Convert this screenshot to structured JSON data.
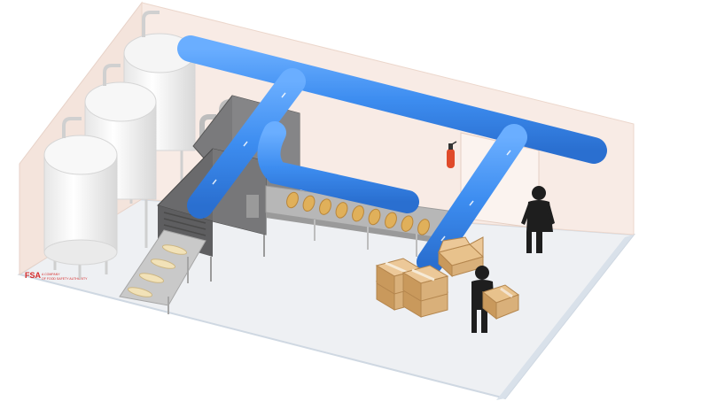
{
  "logo": {
    "mark": "FSA",
    "line1": "A COMPANY",
    "line2": "OF FOOD SAFETY AUTHORITY"
  },
  "scene": {
    "bread_count_on_conveyor": 9,
    "bread_count_on_ramp": 4,
    "box_stack_count": 4,
    "worker_count": 2
  },
  "colors": {
    "duct": "#3d8df0",
    "duct_dark": "#2a6fd0",
    "wall": "#f6e6df",
    "floor": "#eef0f3",
    "machine": "#6e6e70",
    "box": "#d9b07a",
    "bread": "#e0b05a",
    "extinguisher": "#e04a2a"
  }
}
